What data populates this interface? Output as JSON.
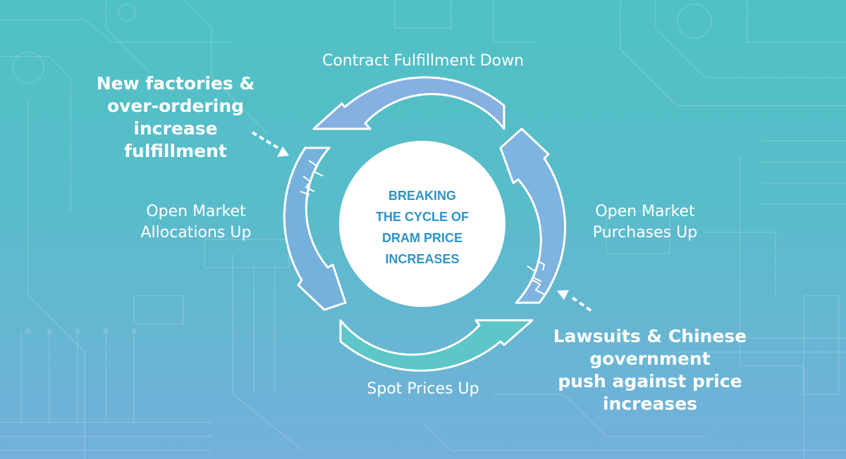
{
  "center_title": [
    "BREAKING",
    "THE CYCLE OF",
    "DRAM PRICE",
    "INCREASES"
  ],
  "cycle_steps": {
    "top": "Contract Fulfillment Down",
    "right": [
      "Open Market",
      "Purchases Up"
    ],
    "bottom": "Spot Prices Up",
    "left": [
      "Open Market",
      "Allocations Up"
    ]
  },
  "callouts": {
    "top_left": [
      "New factories &",
      "over-ordering",
      "increase",
      "fulfillment"
    ],
    "bottom_right": [
      "Lawsuits & Chinese",
      "government",
      "push against price",
      "increases"
    ]
  },
  "colors": {
    "text": "#ffffff",
    "center_text": "#2f93c6",
    "arrow_top": "#86b0e0",
    "arrow_right": "#7eb4df",
    "arrow_bottom": "#5cc6c8",
    "arrow_left": "#76b1dc"
  }
}
